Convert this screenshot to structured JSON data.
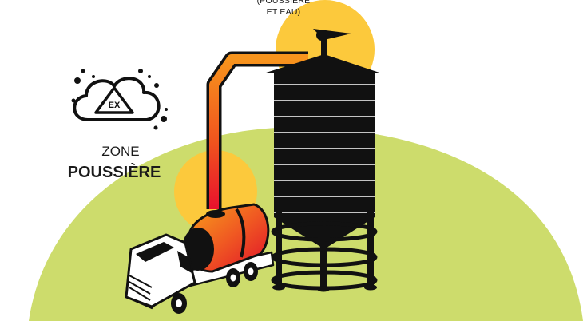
{
  "header": {
    "note": "(POUSSIÈRE ET EAU)"
  },
  "zone": {
    "line1": "ZONE",
    "line2": "POUSSIÈRE"
  },
  "badge": {
    "text": "EX"
  },
  "colors": {
    "ground": "#cddc6c",
    "glow": "#fcc93c",
    "pipe_top": "#f7941d",
    "pipe_bottom": "#e8112d",
    "silo": "#111111",
    "truck": "#ffffff"
  }
}
